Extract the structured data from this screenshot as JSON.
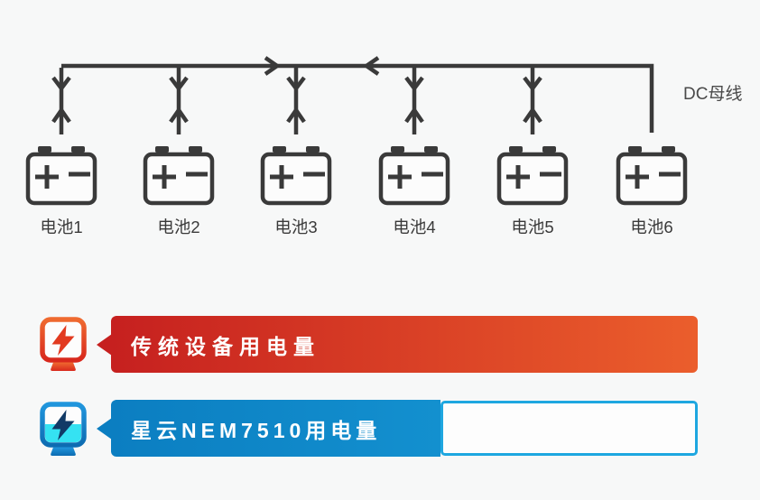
{
  "page": {
    "background_color": "#f7f8f8"
  },
  "diagram": {
    "bus_label": "DC母线",
    "batteries": [
      "电池1",
      "电池2",
      "电池3",
      "电池4",
      "电池5",
      "电池6"
    ],
    "line_color": "#3a3a3a"
  },
  "comparison": {
    "traditional": {
      "label": "传统设备用电量",
      "icon": "power-meter-bolt-icon",
      "fill_width": "100%",
      "bar_color_start": "#c6201f",
      "bar_color_end": "#eb5e2c"
    },
    "nebula": {
      "label": "星云NEM7510用电量",
      "icon": "power-meter-bolt-half-icon",
      "fill_width": "56.2%",
      "bar_color_start": "#0b7ec1",
      "bar_color_end": "#1390cf",
      "outline_color": "#1ea7e0"
    }
  }
}
